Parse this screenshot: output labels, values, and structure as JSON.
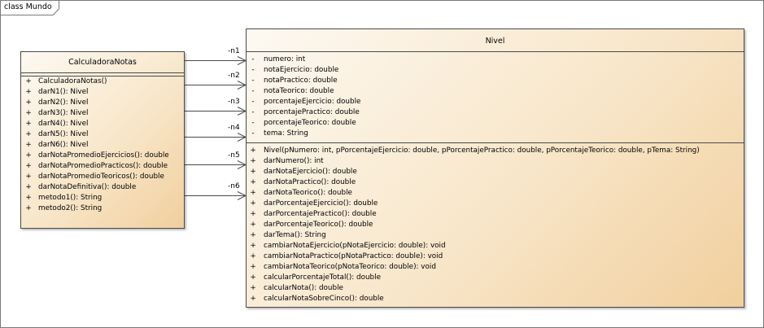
{
  "frame": {
    "label": "class Mundo"
  },
  "calculadora": {
    "name": "CalculadoraNotas",
    "operations": [
      {
        "vis": "+",
        "text": "CalculadoraNotas()"
      },
      {
        "vis": "+",
        "text": "darN1(): Nivel"
      },
      {
        "vis": "+",
        "text": "darN2(): Nivel"
      },
      {
        "vis": "+",
        "text": "darN3(): Nivel"
      },
      {
        "vis": "+",
        "text": "darN4(): Nivel"
      },
      {
        "vis": "+",
        "text": "darN5(): Nivel"
      },
      {
        "vis": "+",
        "text": "darN6(): Nivel"
      },
      {
        "vis": "+",
        "text": "darNotaPromedioEjercicios(): double"
      },
      {
        "vis": "+",
        "text": "darNotaPromedioPracticos(): double"
      },
      {
        "vis": "+",
        "text": "darNotaPromedioTeoricos(): double"
      },
      {
        "vis": "+",
        "text": "darNotaDefinitiva(): double"
      },
      {
        "vis": "+",
        "text": "metodo1(): String"
      },
      {
        "vis": "+",
        "text": "metodo2(): String"
      }
    ]
  },
  "nivel": {
    "name": "Nivel",
    "attributes": [
      {
        "vis": "-",
        "text": "numero: int"
      },
      {
        "vis": "-",
        "text": "notaEjercicio: double"
      },
      {
        "vis": "-",
        "text": "notaPractico: double"
      },
      {
        "vis": "-",
        "text": "notaTeorico: double"
      },
      {
        "vis": "-",
        "text": "porcentajeEjercicio: double"
      },
      {
        "vis": "-",
        "text": "porcentajePractico: double"
      },
      {
        "vis": "-",
        "text": "porcentajeTeorico: double"
      },
      {
        "vis": "-",
        "text": "tema: String"
      }
    ],
    "operations": [
      {
        "vis": "+",
        "text": "Nivel(pNumero: int, pPorcentajeEjercicio: double, pPorcentajePractico: double, pPorcentajeTeorico: double, pTema: String)"
      },
      {
        "vis": "+",
        "text": "darNumero(): int"
      },
      {
        "vis": "+",
        "text": "darNotaEjercicio(): double"
      },
      {
        "vis": "+",
        "text": "darNotaPractico(): double"
      },
      {
        "vis": "+",
        "text": "darNotaTeorico(): double"
      },
      {
        "vis": "+",
        "text": "darPorcentajeEjercicio(): double"
      },
      {
        "vis": "+",
        "text": "darPorcentajePractico(): double"
      },
      {
        "vis": "+",
        "text": "darPorcentajeTeorico(): double"
      },
      {
        "vis": "+",
        "text": "darTema(): String"
      },
      {
        "vis": "+",
        "text": "cambiarNotaEjercicio(pNotaEjercicio: double): void"
      },
      {
        "vis": "+",
        "text": "cambiarNotaPractico(pNotaPractico: double): void"
      },
      {
        "vis": "+",
        "text": "cambiarNotaTeorico(pNotaTeorico: double): void"
      },
      {
        "vis": "+",
        "text": "calcularPorcentajeTotal(): double"
      },
      {
        "vis": "+",
        "text": "calcularNota(): double"
      },
      {
        "vis": "+",
        "text": "calcularNotaSobreCinco(): double"
      }
    ]
  },
  "associations": [
    "-n1",
    "-n2",
    "-n3",
    "-n4",
    "-n5",
    "-n6"
  ],
  "colors": {
    "line": "#4a4a4a",
    "fill_light": "#fdf9f2",
    "fill_dark": "#f1cf9d"
  }
}
